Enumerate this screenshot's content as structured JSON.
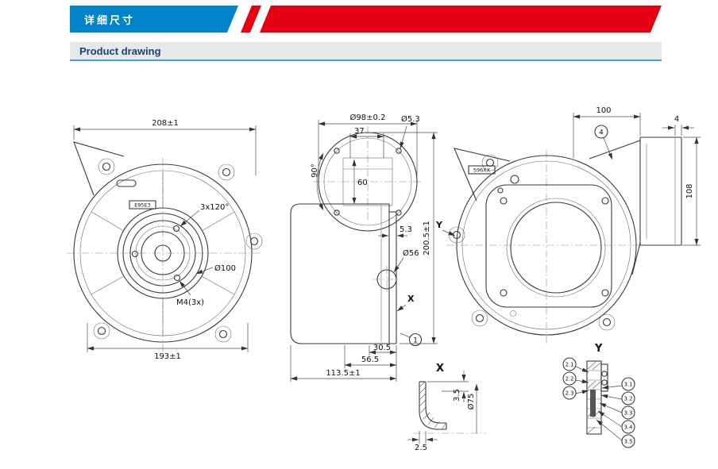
{
  "banner": {
    "tab_label": "详细尺寸"
  },
  "section": {
    "title": "Product drawing"
  },
  "colors": {
    "banner_blue": "#0084c9",
    "banner_red": "#e60014",
    "title_navy": "#16417e",
    "accent_blue": "#3ba1da"
  },
  "views": {
    "front": {
      "dim_top": "208±1",
      "dim_bottom": "193±1",
      "dim_inlet_dia": "Ø100",
      "dim_thread": "M4(3x)",
      "dim_pattern": "3x120°",
      "part_label": "E95E3"
    },
    "side": {
      "dim_flange_dia": "Ø98±0.2",
      "dim_port_width": "37",
      "dim_hole_dia": "Ø5.3",
      "dim_port_height": "60",
      "dim_angle": "90°",
      "dim_step": "5.3",
      "dim_boss_dia": "Ø56",
      "dim_total_height": "200.5±1",
      "dim_depth_1": "30.5",
      "dim_depth_2": "56.5",
      "dim_total_depth": "113.5±1",
      "section_marker": "X",
      "callout": "1"
    },
    "rear": {
      "dim_flange_offset": "100",
      "dim_flange_thickness": "4",
      "dim_flange_height": "108",
      "callout": "4",
      "section_marker": "Y",
      "part_label": "596XX"
    },
    "detail_x": {
      "title": "X",
      "dim_lip": "3.5",
      "dim_dia": "Ø75",
      "dim_edge": "2.5"
    },
    "detail_y": {
      "title": "Y",
      "callouts_left": [
        "2.1",
        "2.2",
        "2.3"
      ],
      "callouts_right": [
        "3.1",
        "3.2",
        "3.3",
        "3.4",
        "3.5"
      ]
    }
  }
}
